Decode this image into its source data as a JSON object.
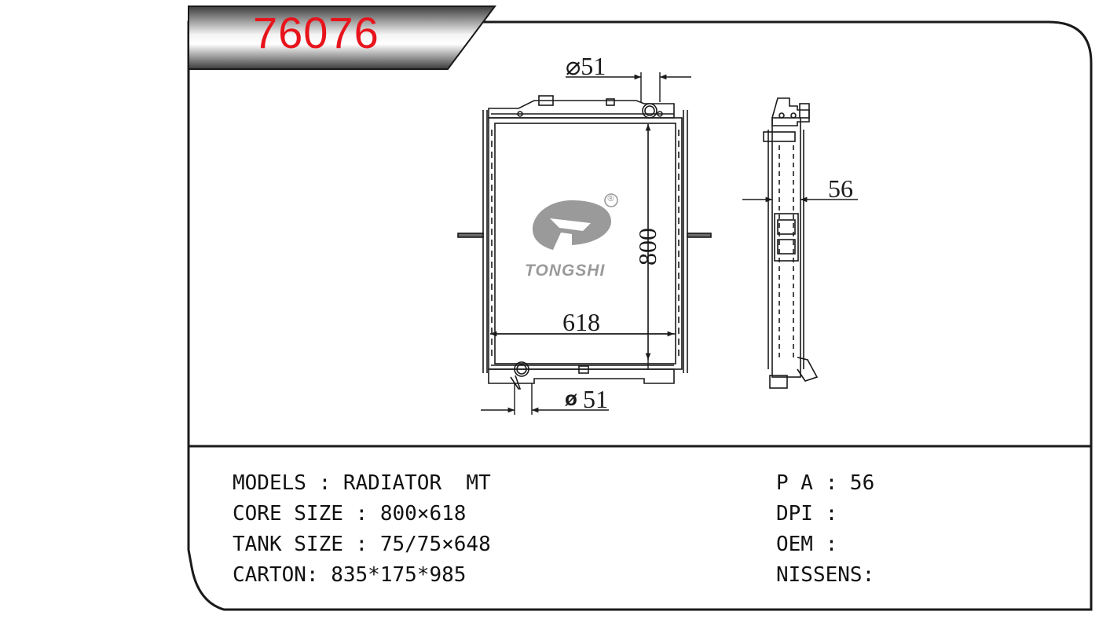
{
  "header": {
    "part_number": "76076"
  },
  "drawing": {
    "inlet_diameter_label": "⌀51",
    "outlet_diameter_symbol": "ø",
    "outlet_diameter_value": "51",
    "height_label": "800",
    "width_label": "618",
    "thickness_label": "56",
    "brand": {
      "name": "TONGSHI",
      "registered_mark": "®",
      "logo_color": "#9a9a9a"
    }
  },
  "specs": {
    "left": [
      {
        "text": "MODELS : RADIATOR  MT"
      },
      {
        "text": "CORE SIZE : 800×618"
      },
      {
        "text": "TANK SIZE : 75/75×648"
      },
      {
        "text": "CARTON: 835*175*985"
      }
    ],
    "right": [
      {
        "text": "P A : 56"
      },
      {
        "text": "DPI :"
      },
      {
        "text": "OEM :"
      },
      {
        "text": "NISSENS:"
      }
    ]
  },
  "colors": {
    "part_number": "#e8141c",
    "line": "#1a1a1a",
    "badge_dark": "#4a4a4a",
    "badge_light": "#f2f2f2"
  }
}
